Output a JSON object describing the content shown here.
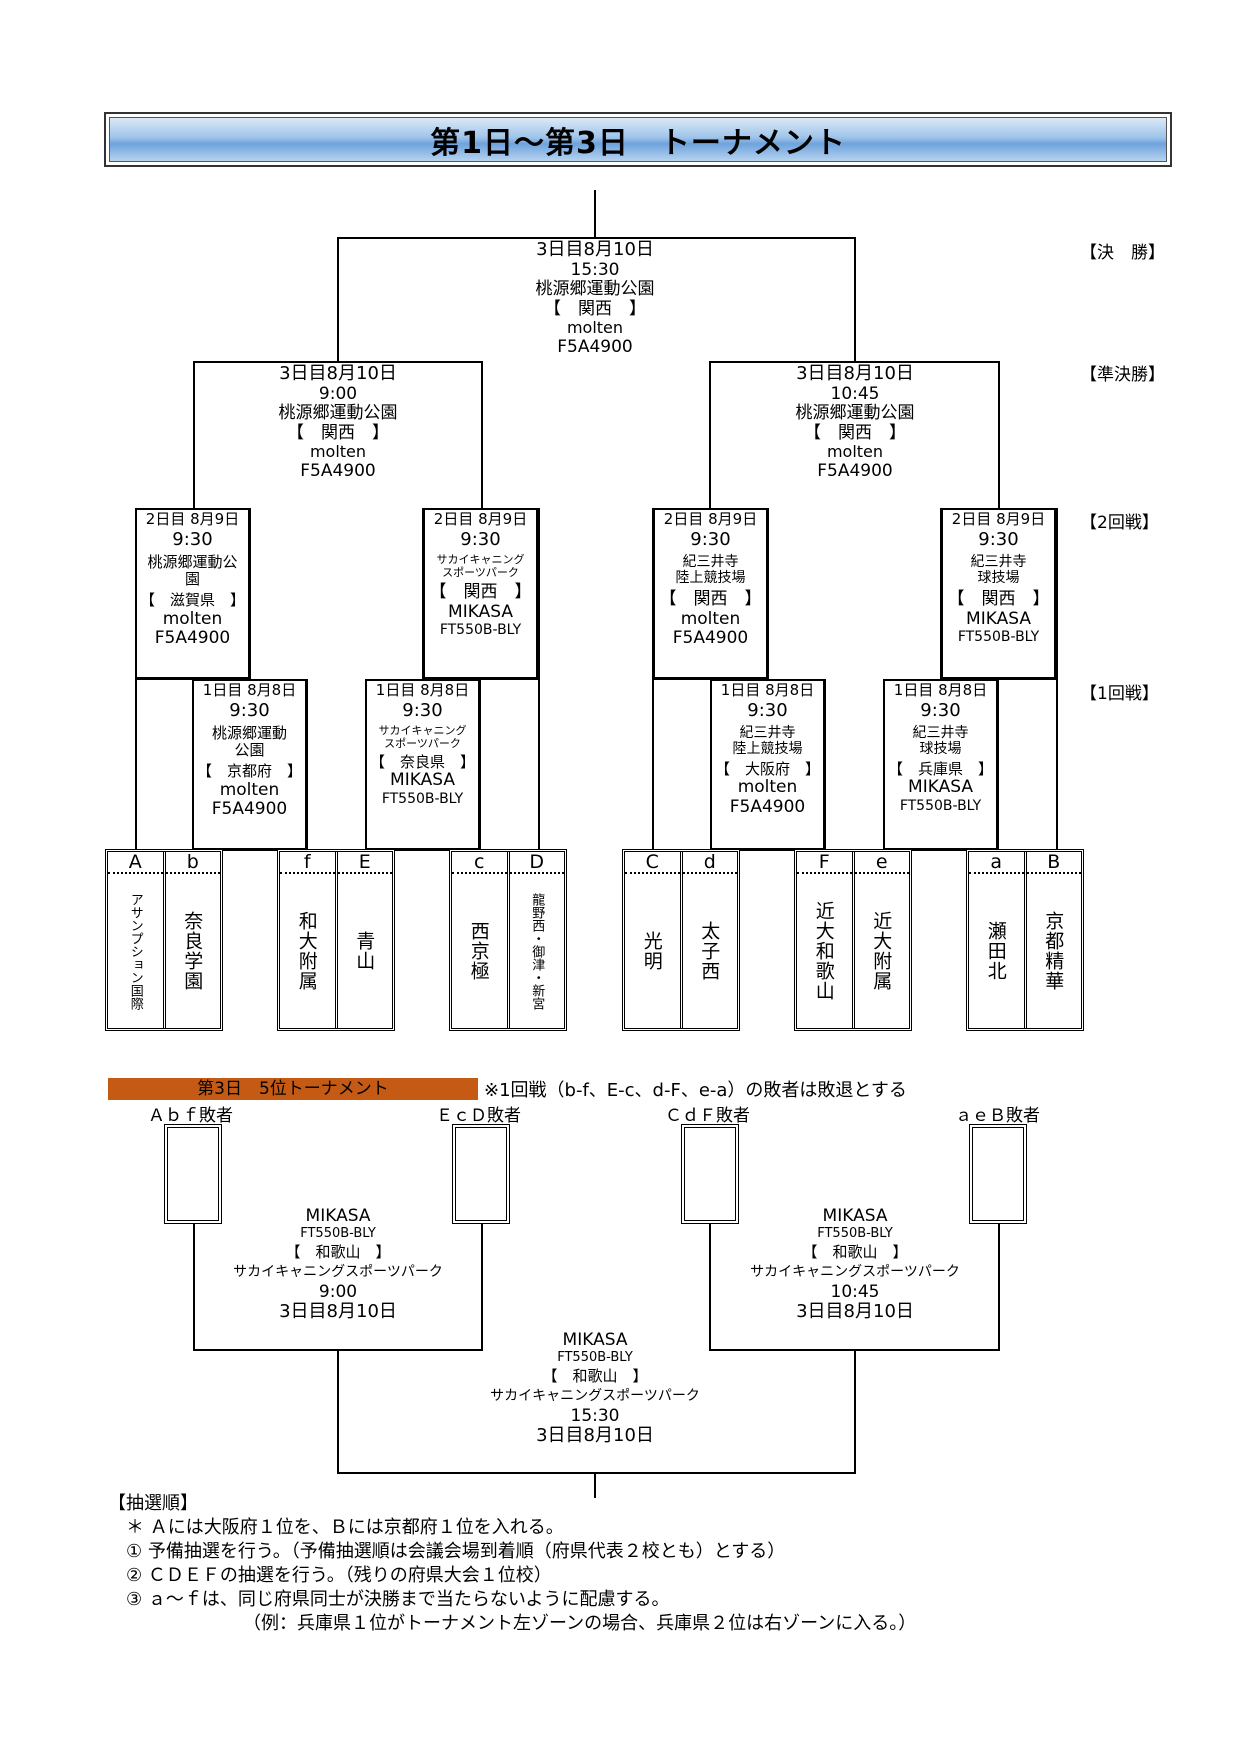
{
  "title": "第1日～第3日　トーナメント",
  "round_labels": {
    "final": "【決　勝】",
    "semi": "【準決勝】",
    "second": "【2回戦】",
    "first": "【1回戦】"
  },
  "final": {
    "date": "3日目8月10日",
    "time": "15:30",
    "venue": "桃源郷運動公園",
    "pref": "【　関西　】",
    "brand": "molten",
    "ball": "F5A4900"
  },
  "semis": [
    {
      "date": "3日目8月10日",
      "time": "9:00",
      "venue": "桃源郷運動公園",
      "pref": "【　関西　】",
      "brand": "molten",
      "ball": "F5A4900"
    },
    {
      "date": "3日目8月10日",
      "time": "10:45",
      "venue": "桃源郷運動公園",
      "pref": "【　関西　】",
      "brand": "molten",
      "ball": "F5A4900"
    }
  ],
  "second_round": [
    {
      "date": "2日目 8月9日",
      "time": "9:30",
      "venue": "桃源郷運動公\n園",
      "pref": "【　滋賀県　】",
      "brand": "molten",
      "ball": "F5A4900"
    },
    {
      "date": "2日目 8月9日",
      "time": "9:30",
      "venue": "サカイキャニング\nスポーツパーク",
      "pref": "【　関西　】",
      "brand": "MIKASA",
      "ball": "FT550B-BLY"
    },
    {
      "date": "2日目 8月9日",
      "time": "9:30",
      "venue": "紀三井寺\n陸上競技場",
      "pref": "【　関西　】",
      "brand": "molten",
      "ball": "F5A4900"
    },
    {
      "date": "2日目 8月9日",
      "time": "9:30",
      "venue": "紀三井寺\n球技場",
      "pref": "【　関西　】",
      "brand": "MIKASA",
      "ball": "FT550B-BLY"
    }
  ],
  "first_round": [
    {
      "date": "1日目 8月8日",
      "time": "9:30",
      "venue": "桃源郷運動\n公園",
      "pref": "【　京都府　】",
      "brand": "molten",
      "ball": "F5A4900"
    },
    {
      "date": "1日目 8月8日",
      "time": "9:30",
      "venue": "サカイキャニング\nスポーツパーク",
      "pref": "【　奈良県　】",
      "brand": "MIKASA",
      "ball": "FT550B-BLY"
    },
    {
      "date": "1日目 8月8日",
      "time": "9:30",
      "venue": "紀三井寺\n陸上競技場",
      "pref": "【　大阪府　】",
      "brand": "molten",
      "ball": "F5A4900"
    },
    {
      "date": "1日目 8月8日",
      "time": "9:30",
      "venue": "紀三井寺\n球技場",
      "pref": "【　兵庫県　】",
      "brand": "MIKASA",
      "ball": "FT550B-BLY"
    }
  ],
  "teams": [
    {
      "seed": "A",
      "school": "アサンプション国際"
    },
    {
      "seed": "b",
      "school": "奈良学園"
    },
    {
      "seed": "f",
      "school": "和大附属"
    },
    {
      "seed": "E",
      "school": "青山"
    },
    {
      "seed": "c",
      "school": "西京極"
    },
    {
      "seed": "D",
      "school": "龍野西・御津・新宮"
    },
    {
      "seed": "C",
      "school": "光明"
    },
    {
      "seed": "d",
      "school": "太子西"
    },
    {
      "seed": "F",
      "school": "近大和歌山"
    },
    {
      "seed": "e",
      "school": "近大附属"
    },
    {
      "seed": "a",
      "school": "瀬田北"
    },
    {
      "seed": "B",
      "school": "京都精華"
    }
  ],
  "fifth_place": {
    "header": "第3日　5位トーナメント",
    "note": "※1回戦（b-f、E-c、d-F、e-a）の敗者は敗退とする",
    "losers": [
      "Ａｂｆ敗者",
      "ＥｃＤ敗者",
      "ＣｄＦ敗者",
      "ａｅＢ敗者"
    ],
    "semis": [
      {
        "brand": "MIKASA",
        "ball": "FT550B-BLY",
        "pref": "【　和歌山　】",
        "venue": "サカイキャニングスポーツパーク",
        "time": "9:00",
        "date": "3日目8月10日"
      },
      {
        "brand": "MIKASA",
        "ball": "FT550B-BLY",
        "pref": "【　和歌山　】",
        "venue": "サカイキャニングスポーツパーク",
        "time": "10:45",
        "date": "3日目8月10日"
      }
    ],
    "final": {
      "brand": "MIKASA",
      "ball": "FT550B-BLY",
      "pref": "【　和歌山　】",
      "venue": "サカイキャニングスポーツパーク",
      "time": "15:30",
      "date": "3日目8月10日"
    }
  },
  "draw_order": {
    "heading": "【抽選順】",
    "lines": [
      "　＊ Ａには大阪府１位を、Ｂには京都府１位を入れる。",
      "　① 予備抽選を行う。（予備抽選順は会議会場到着順（府県代表２校とも）とする）",
      "　② ＣＤＥＦの抽選を行う。（残りの府県大会１位校）",
      "　③ ａ～ｆは、同じ府県同士が決勝まで当たらないように配慮する。",
      "　　　　　　　　（例：兵庫県１位がトーナメント左ゾーンの場合、兵庫県２位は右ゾーンに入る。）"
    ]
  }
}
